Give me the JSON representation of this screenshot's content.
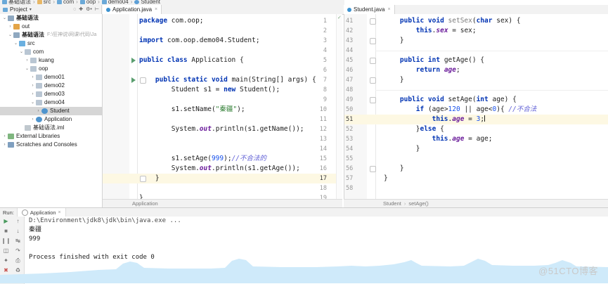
{
  "top_breadcrumb": {
    "items": [
      {
        "label": "基础语法",
        "icon": "module-icon"
      },
      {
        "label": "src",
        "icon": "folder-icon"
      },
      {
        "label": "com",
        "icon": "package-icon"
      },
      {
        "label": "oop",
        "icon": "package-icon"
      },
      {
        "label": "demo04",
        "icon": "package-icon"
      },
      {
        "label": "Student",
        "icon": "class-icon"
      }
    ],
    "separator": "›"
  },
  "project_panel": {
    "title": "Project",
    "dropdown_caret": "▾",
    "toolbar_icons": [
      "collapse-all-icon",
      "expand-icon",
      "settings-icon",
      "hide-icon"
    ],
    "tree": [
      {
        "indent": 0,
        "arrow": "⌄",
        "icon": "module",
        "label": "基础语法",
        "bold": true,
        "selected": false,
        "path": ""
      },
      {
        "indent": 1,
        "arrow": "›",
        "icon": "folder",
        "label": "out",
        "bold": false,
        "selected": false,
        "path": ""
      },
      {
        "indent": 1,
        "arrow": "⌄",
        "icon": "module",
        "label": "基础语法",
        "bold": true,
        "selected": false,
        "path": "F:\\狂神说\\网课\\代码\\Ja"
      },
      {
        "indent": 2,
        "arrow": "⌄",
        "icon": "src",
        "label": "src",
        "bold": false,
        "selected": false,
        "path": ""
      },
      {
        "indent": 3,
        "arrow": "⌄",
        "icon": "pkg",
        "label": "com",
        "bold": false,
        "selected": false,
        "path": ""
      },
      {
        "indent": 4,
        "arrow": "›",
        "icon": "pkg",
        "label": "kuang",
        "bold": false,
        "selected": false,
        "path": ""
      },
      {
        "indent": 4,
        "arrow": "⌄",
        "icon": "pkg",
        "label": "oop",
        "bold": false,
        "selected": false,
        "path": ""
      },
      {
        "indent": 5,
        "arrow": "›",
        "icon": "pkg",
        "label": "demo01",
        "bold": false,
        "selected": false,
        "path": ""
      },
      {
        "indent": 5,
        "arrow": "›",
        "icon": "pkg",
        "label": "demo02",
        "bold": false,
        "selected": false,
        "path": ""
      },
      {
        "indent": 5,
        "arrow": "›",
        "icon": "pkg",
        "label": "demo03",
        "bold": false,
        "selected": false,
        "path": ""
      },
      {
        "indent": 5,
        "arrow": "⌄",
        "icon": "pkg",
        "label": "demo04",
        "bold": false,
        "selected": false,
        "path": ""
      },
      {
        "indent": 6,
        "arrow": "›",
        "icon": "jclass",
        "label": "Student",
        "bold": false,
        "selected": true,
        "path": ""
      },
      {
        "indent": 5,
        "arrow": "›",
        "icon": "jclass",
        "label": "Application",
        "bold": false,
        "selected": false,
        "path": ""
      },
      {
        "indent": 3,
        "arrow": "",
        "icon": "xml",
        "label": "基础语法.iml",
        "bold": false,
        "selected": false,
        "path": ""
      },
      {
        "indent": 0,
        "arrow": "›",
        "icon": "lib",
        "label": "External Libraries",
        "bold": false,
        "selected": false,
        "path": ""
      },
      {
        "indent": 0,
        "arrow": "›",
        "icon": "scratch",
        "label": "Scratches and Consoles",
        "bold": false,
        "selected": false,
        "path": ""
      }
    ]
  },
  "editor_left": {
    "tab": {
      "label": "Application.java",
      "close": "×",
      "icon": "java-class-icon"
    },
    "breadcrumb": [
      "Application"
    ],
    "first_line_number": 1,
    "highlighted_line": 17,
    "line_numbers": [
      1,
      2,
      3,
      4,
      5,
      6,
      7,
      8,
      9,
      10,
      11,
      12,
      13,
      14,
      15,
      16,
      17,
      18,
      19
    ],
    "run_markers": [
      5,
      7
    ],
    "lines": [
      {
        "n": 1,
        "segments": [
          {
            "t": "package",
            "c": "kw"
          },
          {
            "t": " com.oop;",
            "c": ""
          }
        ]
      },
      {
        "n": 2,
        "segments": []
      },
      {
        "n": 3,
        "segments": [
          {
            "t": "import",
            "c": "kw"
          },
          {
            "t": " com.oop.demo04.Student;",
            "c": ""
          }
        ]
      },
      {
        "n": 4,
        "segments": []
      },
      {
        "n": 5,
        "segments": [
          {
            "t": "public class",
            "c": "kw"
          },
          {
            "t": " Application {",
            "c": ""
          }
        ]
      },
      {
        "n": 6,
        "segments": []
      },
      {
        "n": 7,
        "segments": [
          {
            "t": "    ",
            "c": ""
          },
          {
            "t": "public static void",
            "c": "kw"
          },
          {
            "t": " main(String[] args) {",
            "c": ""
          }
        ]
      },
      {
        "n": 8,
        "segments": [
          {
            "t": "        Student s1 = ",
            "c": ""
          },
          {
            "t": "new",
            "c": "kw"
          },
          {
            "t": " Student();",
            "c": ""
          }
        ]
      },
      {
        "n": 9,
        "segments": []
      },
      {
        "n": 10,
        "segments": [
          {
            "t": "        s1.setName(",
            "c": ""
          },
          {
            "t": "\"秦疆\"",
            "c": "str"
          },
          {
            "t": ");",
            "c": ""
          }
        ]
      },
      {
        "n": 11,
        "segments": []
      },
      {
        "n": 12,
        "segments": [
          {
            "t": "        System.",
            "c": ""
          },
          {
            "t": "out",
            "c": "fld"
          },
          {
            "t": ".println(s1.getName());",
            "c": ""
          }
        ]
      },
      {
        "n": 13,
        "segments": []
      },
      {
        "n": 14,
        "segments": []
      },
      {
        "n": 15,
        "segments": [
          {
            "t": "        s1.setAge(",
            "c": ""
          },
          {
            "t": "999",
            "c": "num"
          },
          {
            "t": ");",
            "c": ""
          },
          {
            "t": "//不合法的",
            "c": "cmt"
          }
        ]
      },
      {
        "n": 16,
        "segments": [
          {
            "t": "        System.",
            "c": ""
          },
          {
            "t": "out",
            "c": "fld"
          },
          {
            "t": ".println(s1.getAge());",
            "c": ""
          }
        ]
      },
      {
        "n": 17,
        "segments": [
          {
            "t": "    }",
            "c": ""
          }
        ]
      },
      {
        "n": 18,
        "segments": []
      },
      {
        "n": 19,
        "segments": [
          {
            "t": "}",
            "c": ""
          }
        ]
      }
    ]
  },
  "editor_right": {
    "tab": {
      "label": "Student.java",
      "close": "×",
      "icon": "java-class-icon"
    },
    "breadcrumb": [
      "Student",
      "setAge()"
    ],
    "highlighted_line": 51,
    "line_numbers": [
      41,
      42,
      43,
      44,
      45,
      46,
      47,
      48,
      49,
      50,
      51,
      52,
      53,
      54,
      55,
      56,
      57,
      58
    ],
    "lines": [
      {
        "n": 41,
        "segments": [
          {
            "t": "    ",
            "c": ""
          },
          {
            "t": "public void",
            "c": "kw"
          },
          {
            "t": " ",
            "c": ""
          },
          {
            "t": "setSex",
            "c": "mth"
          },
          {
            "t": "(",
            "c": ""
          },
          {
            "t": "char",
            "c": "kw"
          },
          {
            "t": " sex) {",
            "c": ""
          }
        ]
      },
      {
        "n": 42,
        "segments": [
          {
            "t": "        ",
            "c": ""
          },
          {
            "t": "this",
            "c": "kw"
          },
          {
            "t": ".",
            "c": ""
          },
          {
            "t": "sex",
            "c": "fldp"
          },
          {
            "t": " = sex;",
            "c": ""
          }
        ]
      },
      {
        "n": 43,
        "segments": [
          {
            "t": "    }",
            "c": ""
          }
        ]
      },
      {
        "n": 44,
        "segments": []
      },
      {
        "n": 45,
        "segments": [
          {
            "t": "    ",
            "c": ""
          },
          {
            "t": "public int",
            "c": "kw"
          },
          {
            "t": " getAge() {",
            "c": ""
          }
        ]
      },
      {
        "n": 46,
        "segments": [
          {
            "t": "        ",
            "c": ""
          },
          {
            "t": "return",
            "c": "kw"
          },
          {
            "t": " ",
            "c": ""
          },
          {
            "t": "age",
            "c": "fldp"
          },
          {
            "t": ";",
            "c": ""
          }
        ]
      },
      {
        "n": 47,
        "segments": [
          {
            "t": "    }",
            "c": ""
          }
        ]
      },
      {
        "n": 48,
        "segments": []
      },
      {
        "n": 49,
        "segments": [
          {
            "t": "    ",
            "c": ""
          },
          {
            "t": "public void",
            "c": "kw"
          },
          {
            "t": " setAge(",
            "c": ""
          },
          {
            "t": "int",
            "c": "kw"
          },
          {
            "t": " age) {",
            "c": ""
          }
        ]
      },
      {
        "n": 50,
        "segments": [
          {
            "t": "        ",
            "c": ""
          },
          {
            "t": "if",
            "c": "kw"
          },
          {
            "t": " (age>",
            "c": ""
          },
          {
            "t": "120",
            "c": "num"
          },
          {
            "t": " || age<",
            "c": ""
          },
          {
            "t": "0",
            "c": "num"
          },
          {
            "t": "){ ",
            "c": ""
          },
          {
            "t": "//不合法",
            "c": "cmt"
          }
        ]
      },
      {
        "n": 51,
        "segments": [
          {
            "t": "            ",
            "c": ""
          },
          {
            "t": "this",
            "c": "kw"
          },
          {
            "t": ".",
            "c": ""
          },
          {
            "t": "age",
            "c": "fldp"
          },
          {
            "t": " = ",
            "c": ""
          },
          {
            "t": "3",
            "c": "num"
          },
          {
            "t": ";",
            "c": ""
          }
        ],
        "caret": true
      },
      {
        "n": 52,
        "segments": [
          {
            "t": "        }",
            "c": ""
          },
          {
            "t": "else",
            "c": "kw"
          },
          {
            "t": " {",
            "c": ""
          }
        ]
      },
      {
        "n": 53,
        "segments": [
          {
            "t": "            ",
            "c": ""
          },
          {
            "t": "this",
            "c": "kw"
          },
          {
            "t": ".",
            "c": ""
          },
          {
            "t": "age",
            "c": "fldp"
          },
          {
            "t": " = age;",
            "c": ""
          }
        ]
      },
      {
        "n": 54,
        "segments": [
          {
            "t": "        }",
            "c": ""
          }
        ]
      },
      {
        "n": 55,
        "segments": []
      },
      {
        "n": 56,
        "segments": [
          {
            "t": "    }",
            "c": ""
          }
        ]
      },
      {
        "n": 57,
        "segments": [
          {
            "t": "}",
            "c": ""
          }
        ]
      },
      {
        "n": 58,
        "segments": []
      }
    ]
  },
  "run_panel": {
    "label": "Run:",
    "tab": {
      "label": "Application",
      "close": "×",
      "icon": "run-config-icon"
    },
    "side_icons_left": [
      "run-icon",
      "stop-icon",
      "pause-icon",
      "print-icon",
      "pin-icon",
      "close-icon"
    ],
    "side_icons_right": [
      "up-arrow-icon",
      "down-arrow-icon",
      "soft-wrap-icon",
      "scroll-end-icon",
      "print-icon",
      "trash-icon"
    ],
    "output": [
      {
        "text": "D:\\Environment\\jdk8\\jdk\\bin\\java.exe ...",
        "kind": "cmd"
      },
      {
        "text": "秦疆",
        "kind": "out"
      },
      {
        "text": "999",
        "kind": "out"
      },
      {
        "text": "",
        "kind": "out"
      },
      {
        "text": "Process finished with exit code 0",
        "kind": "out"
      }
    ]
  },
  "watermark": "@51CTO博客",
  "colors": {
    "keyword": "#0033b3",
    "string": "#2e7d32",
    "number": "#1750eb",
    "comment": "#5f5fd6",
    "field": "#6a1b9a",
    "highlight_line": "#fdf8e3",
    "selection": "#d6d6d6",
    "wave": "#cfeafa",
    "panel_bg": "#f2f2f2"
  }
}
